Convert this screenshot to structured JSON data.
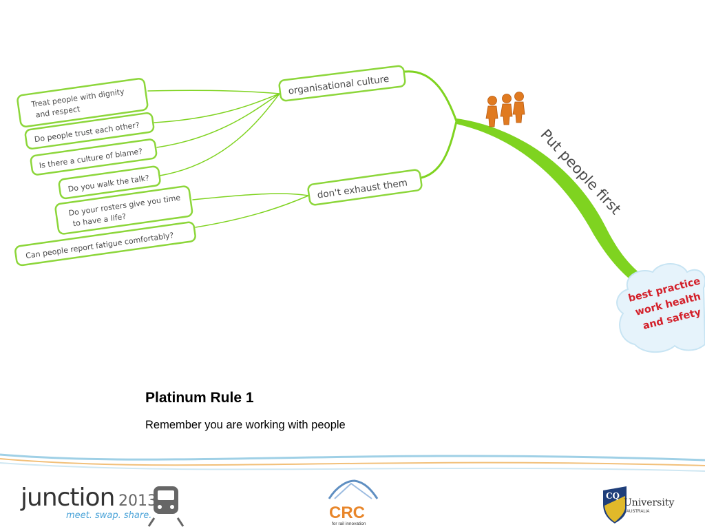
{
  "mindmap": {
    "central": {
      "label": "Put people first",
      "cloud_lines": [
        "best practice",
        "work health",
        "and safety"
      ]
    },
    "branches": [
      {
        "label": "organisational culture",
        "children": [
          [
            "Treat people with dignity",
            "and respect"
          ],
          [
            "Do people trust each other?"
          ],
          [
            "Is there a culture of blame?"
          ],
          [
            "Do you walk the talk?"
          ]
        ]
      },
      {
        "label": "don't exhaust them",
        "children": [
          [
            "Do your rosters give you time",
            "to have a life?"
          ],
          [
            "Can people report fatigue comfortably?"
          ]
        ]
      }
    ]
  },
  "slide": {
    "title": "Platinum Rule 1",
    "subtitle": "Remember you are working with people"
  },
  "footer": {
    "junction_logo": {
      "word": "junction",
      "year": "2013",
      "tagline": "meet. swap. share."
    },
    "crc_logo": {
      "word": "CRC",
      "tagline": "for rail innovation"
    },
    "cqu_logo": {
      "mark": "CQ",
      "word": "University",
      "sub": "AUSTRALIA"
    }
  },
  "colors": {
    "branch_green": "#7fd320",
    "node_border": "#8cd63a",
    "cloud_fill": "#e6f3fb",
    "cloud_text": "#d3202a",
    "swoosh_blue": "#9fd0e6",
    "swoosh_orange": "#f2c07a",
    "figure_orange": "#e07a20"
  }
}
